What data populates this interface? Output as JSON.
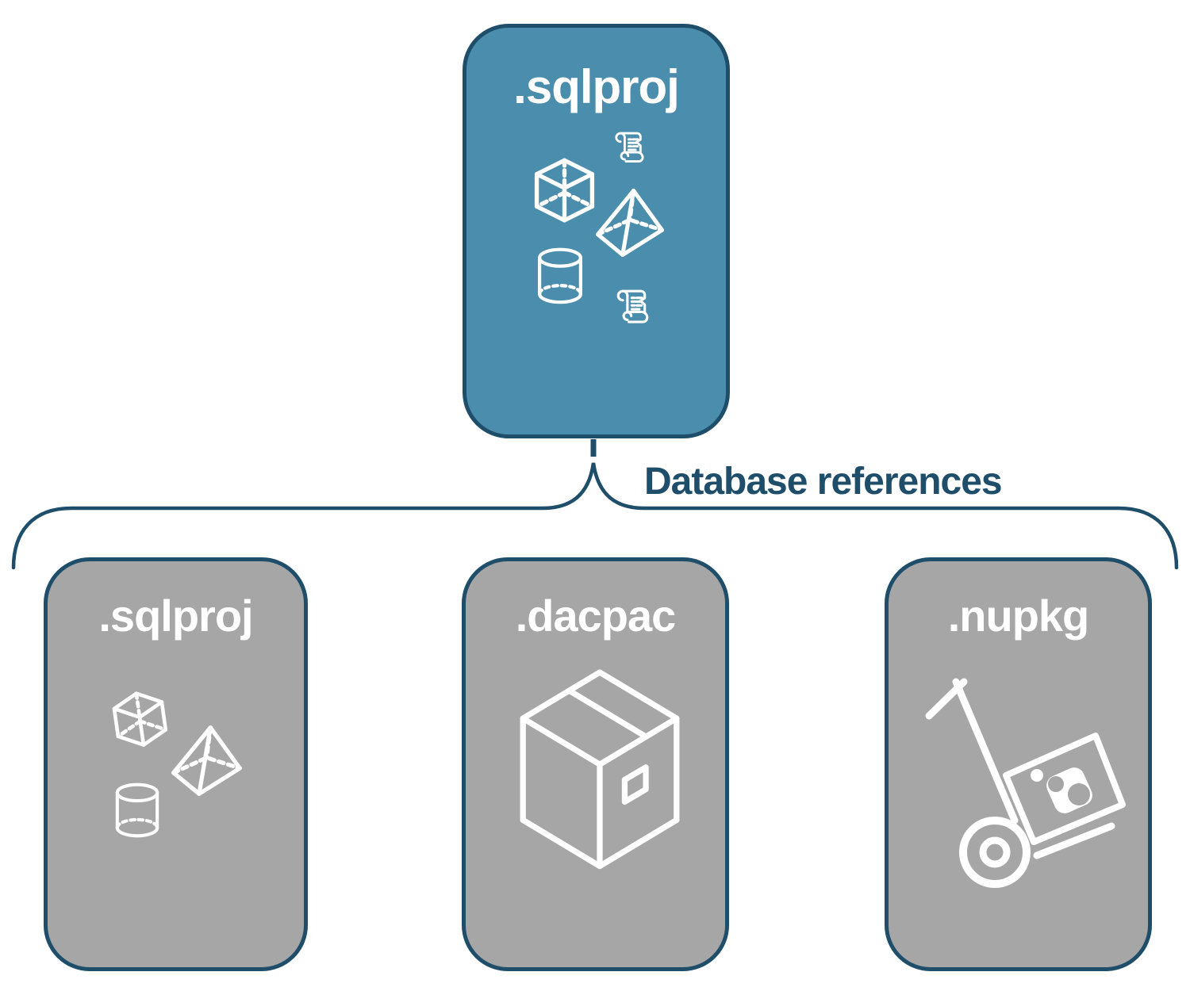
{
  "diagram": {
    "root": {
      "label": ".sqlproj"
    },
    "edge_label": "Database references",
    "children": [
      {
        "label": ".sqlproj"
      },
      {
        "label": ".dacpac"
      },
      {
        "label": ".nupkg"
      }
    ]
  },
  "icons": {
    "root_box": [
      "cube",
      "scroll",
      "pyramid",
      "cylinder",
      "scroll"
    ],
    "child_sqlproj": [
      "cube",
      "pyramid",
      "cylinder"
    ],
    "child_dacpac": [
      "package-box"
    ],
    "child_nupkg": [
      "nuget-hand-truck"
    ]
  },
  "colors": {
    "root_fill": "#4a8dac",
    "child_fill": "#a6a6a6",
    "outline_navy": "#1f4e6b",
    "icon_white": "#ffffff"
  }
}
